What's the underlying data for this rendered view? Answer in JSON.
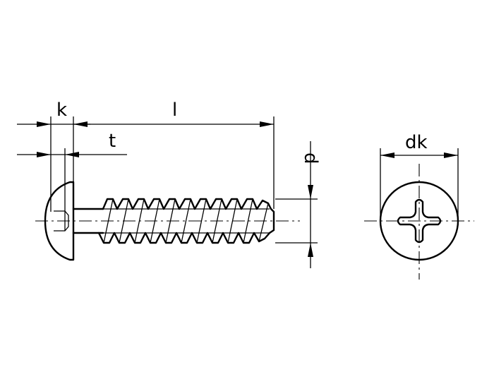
{
  "labels": {
    "k": "k",
    "l": "l",
    "t": "t",
    "d": "d",
    "dk": "dk"
  },
  "colors": {
    "line": "#000000",
    "background": "#ffffff"
  }
}
